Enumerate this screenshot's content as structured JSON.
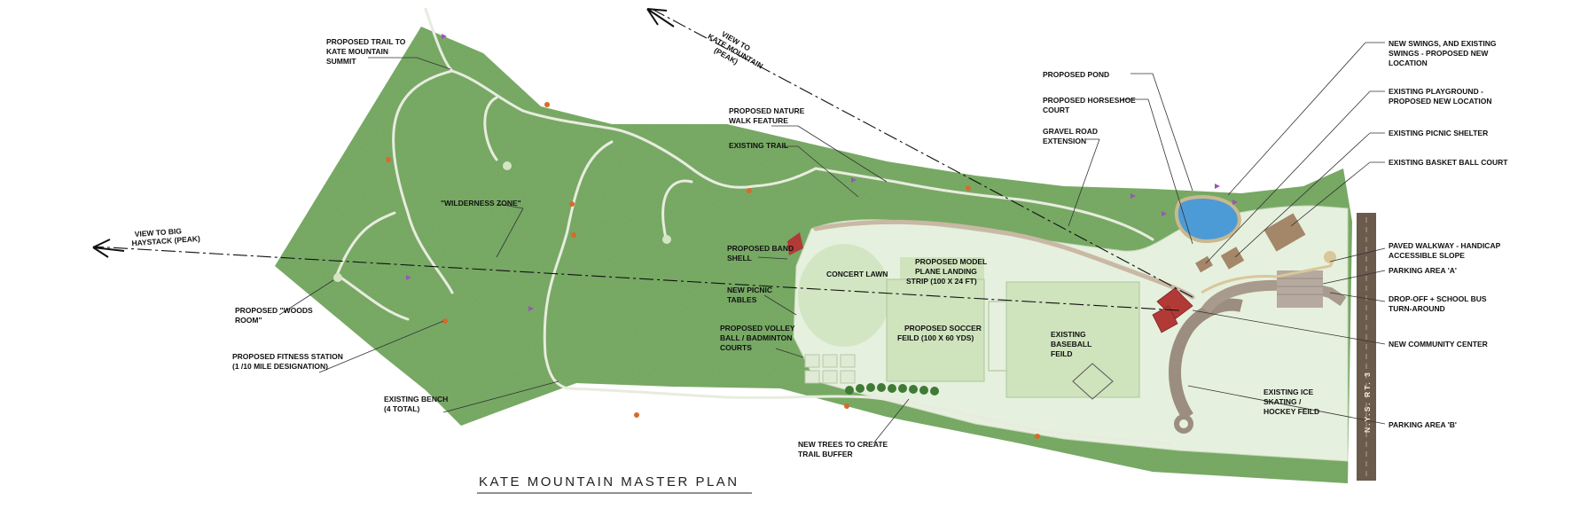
{
  "title": "KATE MOUNTAIN MASTER PLAN",
  "views": {
    "kate": [
      "VIEW TO",
      "KATE MOUNTAIN",
      "(PEAK)"
    ],
    "haystack": [
      "VIEW TO BIG",
      "HAYSTACK (PEAK)"
    ]
  },
  "left_callouts": {
    "trail_summit": [
      "PROPOSED TRAIL TO",
      "KATE MOUNTAIN",
      "SUMMIT"
    ],
    "woods_room": [
      "PROPOSED \"WOODS",
      "ROOM\""
    ],
    "fitness": [
      "PROPOSED FITNESS STATION",
      "(1 /10 MILE DESIGNATION)"
    ],
    "bench": [
      "EXISTING BENCH",
      "(4 TOTAL)"
    ],
    "wilderness": [
      "\"WILDERNESS ZONE\""
    ]
  },
  "center_callouts": {
    "nature_walk": [
      "PROPOSED NATURE",
      "WALK FEATURE"
    ],
    "existing_trail": [
      "EXISTING TRAIL"
    ],
    "band_shell": [
      "PROPOSED BAND",
      "SHELL"
    ],
    "picnic_tables": [
      "NEW PICNIC",
      "TABLES"
    ],
    "volley": [
      "PROPOSED VOLLEY",
      "BALL / BADMINTON",
      "COURTS"
    ],
    "trees": [
      "NEW TREES TO CREATE",
      "TRAIL BUFFER"
    ],
    "concert_lawn": [
      "CONCERT LAWN"
    ],
    "landing_strip": [
      "PROPOSED MODEL",
      "PLANE LANDING",
      "STRIP (100 X 24 FT)"
    ],
    "soccer": [
      "PROPOSED SOCCER",
      "FEILD (100 X 60 YDS)"
    ],
    "baseball": [
      "EXISTING",
      "BASEBALL",
      "FEILD"
    ],
    "ice": [
      "EXISTING ICE",
      "SKATING /",
      "HOCKEY FEILD"
    ],
    "road": [
      "N.Y.S. RT. 3"
    ]
  },
  "upper_callouts": {
    "pond": [
      "PROPOSED POND"
    ],
    "horseshoe": [
      "PROPOSED HORSESHOE",
      "COURT"
    ],
    "gravel": [
      "GRAVEL ROAD",
      "EXTENSION"
    ]
  },
  "right_callouts": {
    "swings": [
      "NEW SWINGS, AND EXISTING",
      "SWINGS -  PROPOSED NEW",
      "LOCATION"
    ],
    "playground": [
      "EXISTING PLAYGROUND -",
      "PROPOSED NEW LOCATION"
    ],
    "picnic_shelter": [
      "EXISTING PICNIC SHELTER"
    ],
    "basketball": [
      "EXISTING BASKET BALL COURT"
    ],
    "walkway": [
      "PAVED WALKWAY - HANDICAP",
      "ACCESSIBLE SLOPE"
    ],
    "parking_a": [
      "PARKING AREA 'A'"
    ],
    "dropoff": [
      "DROP-OFF + SCHOOL BUS",
      "TURN-AROUND"
    ],
    "community": [
      "NEW COMMUNITY CENTER"
    ],
    "parking_b": [
      "PARKING AREA 'B'"
    ]
  },
  "colors": {
    "forest": "#6fa35a",
    "lawn": "#e6f0de",
    "field": "#cfe3bd",
    "trail": "#e8ecdf",
    "pond": "#4d9bd6",
    "building": "#b23a36",
    "road": "#6b5b4d"
  }
}
